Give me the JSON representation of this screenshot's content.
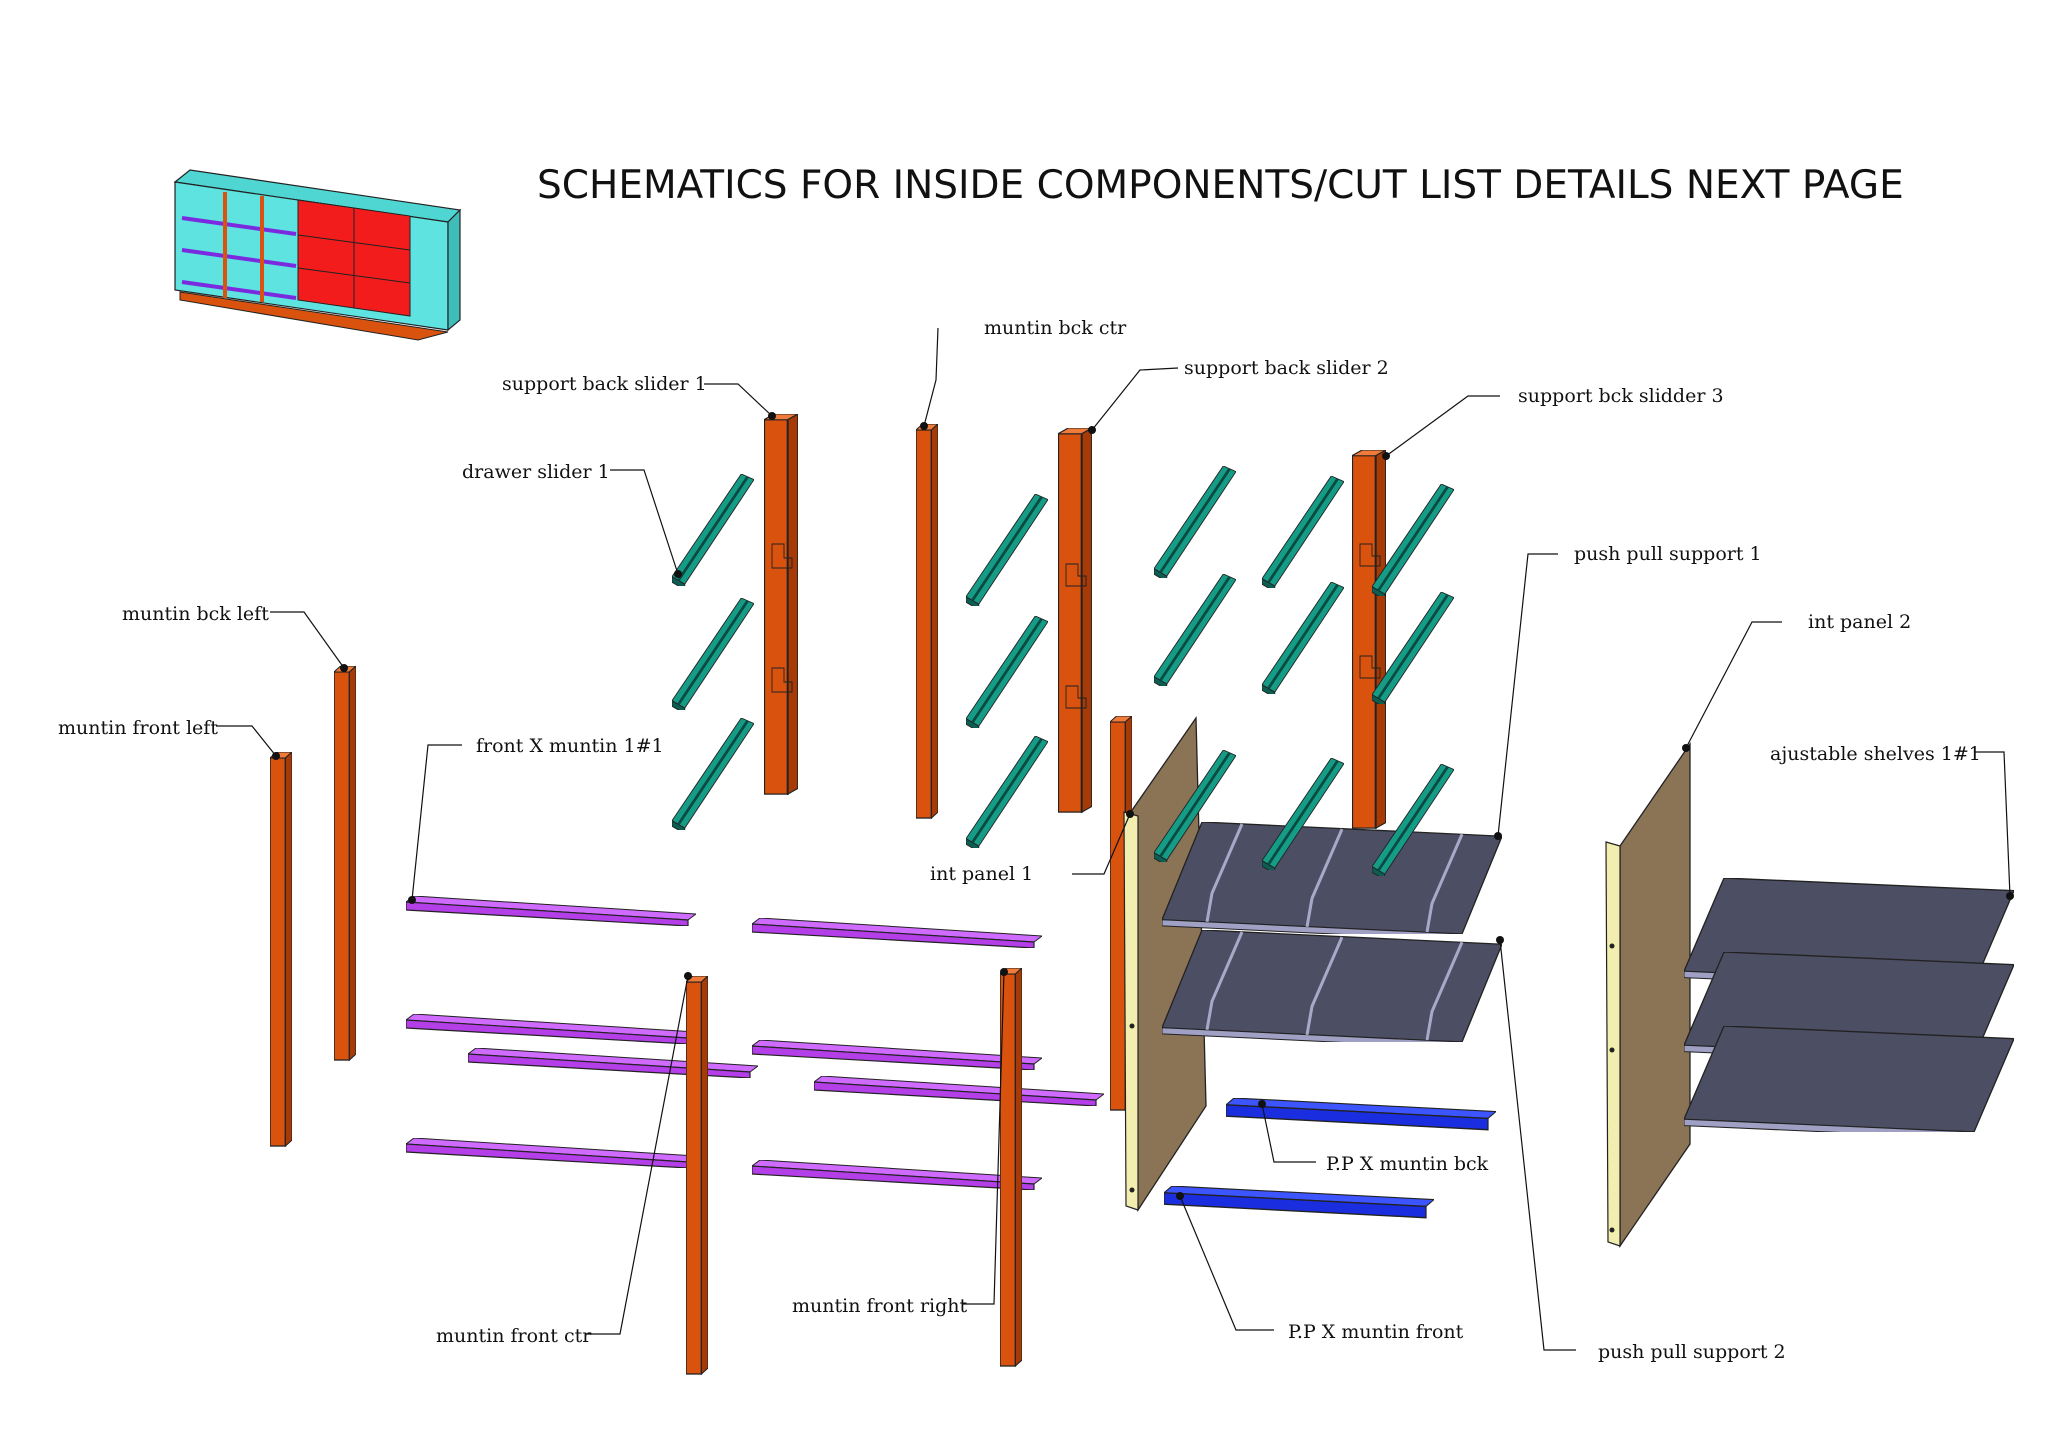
{
  "title": "SCHEMATICS FOR INSIDE COMPONENTS/CUT LIST DETAILS NEXT PAGE",
  "colors": {
    "orange_part": "#d9530f",
    "purple_part": "#b43ee8",
    "green_part": "#0f7d6b",
    "blue_part": "#1a2ee0",
    "panel_wood": "#8b7355",
    "panel_edge": "#f2eeb0",
    "shelf_gray": "#4c4e63",
    "cabinet_cyan": "#5ee3e0",
    "cabinet_red": "#f21c1c"
  },
  "labels": {
    "support_back_slider_1": "support back slider 1",
    "muntin_bck_ctr": "muntin bck ctr",
    "support_back_slider_2": "support back slider 2",
    "support_bck_slidder_3": "support bck slidder 3",
    "drawer_slider_1": "drawer slider 1",
    "muntin_bck_left": "muntin bck left",
    "muntin_front_left": "muntin front left",
    "front_x_muntin": "front X muntin 1#1",
    "push_pull_support_1": "push pull support 1",
    "int_panel_2": "int panel 2",
    "ajustable_shelves": "ajustable shelves 1#1",
    "int_panel_1": "int panel 1",
    "pp_x_muntin_bck": "P.P X muntin bck",
    "pp_x_muntin_front": "P.P X muntin front",
    "muntin_front_ctr": "muntin front ctr",
    "muntin_front_right": "muntin front right",
    "push_pull_support_2": "push pull support 2"
  }
}
